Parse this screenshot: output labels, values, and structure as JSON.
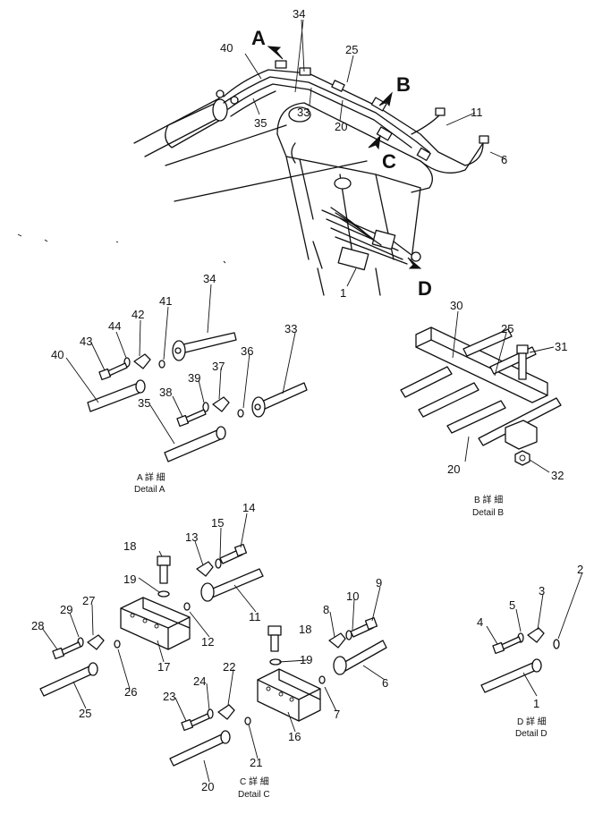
{
  "view_letters": [
    "A",
    "B",
    "C",
    "D"
  ],
  "part_numbers": {
    "main": [
      "34",
      "40",
      "25",
      "35",
      "33",
      "20",
      "11",
      "6",
      "1"
    ],
    "detail_a": [
      "34",
      "41",
      "42",
      "44",
      "43",
      "40",
      "33",
      "36",
      "37",
      "39",
      "38",
      "35"
    ],
    "detail_b": [
      "30",
      "25",
      "31",
      "20",
      "32"
    ],
    "detail_c": [
      "14",
      "15",
      "13",
      "18",
      "19",
      "11",
      "27",
      "29",
      "28",
      "12",
      "17",
      "26",
      "25",
      "18",
      "19",
      "9",
      "10",
      "8",
      "6",
      "7",
      "16",
      "22",
      "24",
      "23",
      "21",
      "20"
    ],
    "detail_d": [
      "2",
      "3",
      "5",
      "4",
      "1"
    ]
  },
  "captions": {
    "detail_a": {
      "jp": "A 詳 細",
      "en": "Detail A"
    },
    "detail_b": {
      "jp": "B 詳 細",
      "en": "Detail B"
    },
    "detail_c": {
      "jp": "C 詳 細",
      "en": "Detail C"
    },
    "detail_d": {
      "jp": "D 詳 細",
      "en": "Detail D"
    }
  }
}
